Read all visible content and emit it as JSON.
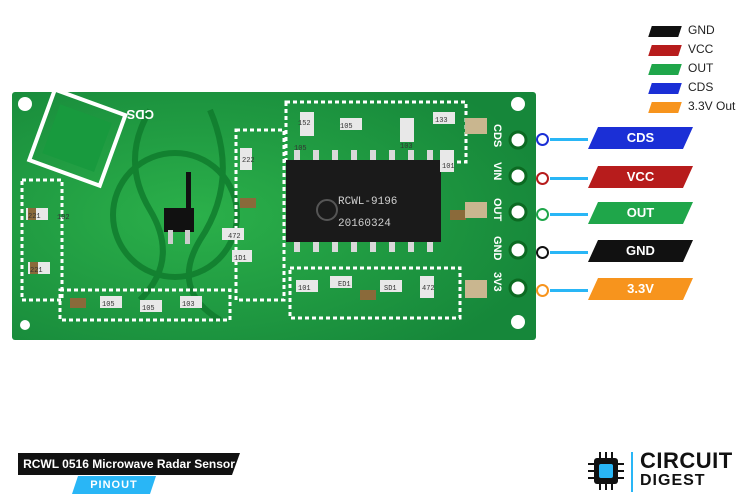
{
  "legend": [
    {
      "label": "GND",
      "color": "#111111"
    },
    {
      "label": "VCC",
      "color": "#b71c1c"
    },
    {
      "label": "OUT",
      "color": "#1fa64a"
    },
    {
      "label": "CDS",
      "color": "#1b2fd6"
    },
    {
      "label": "3.3V Out",
      "color": "#f7941d"
    }
  ],
  "pins": [
    {
      "label": "CDS",
      "color": "#1b2fd6",
      "ring": "#1b2fd6"
    },
    {
      "label": "VCC",
      "color": "#b71c1c",
      "ring": "#b71c1c"
    },
    {
      "label": "OUT",
      "color": "#1fa64a",
      "ring": "#1fa64a"
    },
    {
      "label": "GND",
      "color": "#111111",
      "ring": "#111111"
    },
    {
      "label": "3.3V",
      "color": "#f7941d",
      "ring": "#f7941d"
    }
  ],
  "board": {
    "silk_cds": "CDS",
    "header_labels": [
      "CDS",
      "VIN",
      "OUT",
      "GND",
      "3V3"
    ],
    "chip_line1": "RCWL-9196",
    "chip_line2": "20160324",
    "parts": [
      "102",
      "221",
      "472",
      "1D1",
      "105",
      "105",
      "133",
      "103",
      "101",
      "152",
      "222",
      "ED1",
      "SD1",
      "105",
      "105",
      "103",
      "101",
      "472",
      "221"
    ]
  },
  "footer": {
    "title": "RCWL 0516 Microwave Radar Sensor",
    "subtitle": "PINOUT",
    "brand_line1": "CIRCUIT",
    "brand_line2": "DIGEST"
  },
  "colors": {
    "board": "#1e9b3a",
    "board_dark": "#127a2a",
    "silk": "#ffffff",
    "accent": "#29b6f6"
  }
}
